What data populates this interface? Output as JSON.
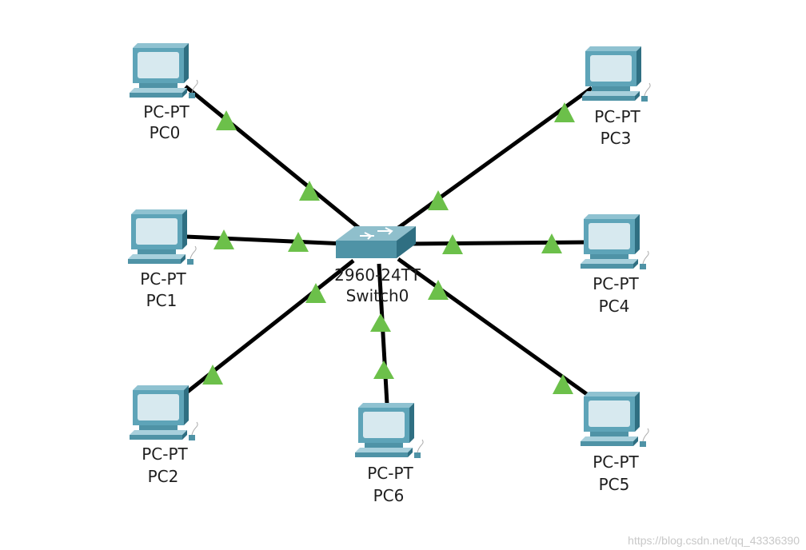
{
  "switch": {
    "model": "2960-24TT",
    "name": "Switch0"
  },
  "pcs": [
    {
      "model": "PC-PT",
      "name": "PC0"
    },
    {
      "model": "PC-PT",
      "name": "PC1"
    },
    {
      "model": "PC-PT",
      "name": "PC2"
    },
    {
      "model": "PC-PT",
      "name": "PC3"
    },
    {
      "model": "PC-PT",
      "name": "PC4"
    },
    {
      "model": "PC-PT",
      "name": "PC5"
    },
    {
      "model": "PC-PT",
      "name": "PC6"
    }
  ],
  "links": [
    {
      "from": "PC0",
      "to": "Switch0",
      "status": "up"
    },
    {
      "from": "PC1",
      "to": "Switch0",
      "status": "up"
    },
    {
      "from": "PC2",
      "to": "Switch0",
      "status": "up"
    },
    {
      "from": "PC3",
      "to": "Switch0",
      "status": "up"
    },
    {
      "from": "PC4",
      "to": "Switch0",
      "status": "up"
    },
    {
      "from": "PC5",
      "to": "Switch0",
      "status": "up"
    },
    {
      "from": "PC6",
      "to": "Switch0",
      "status": "up"
    }
  ],
  "colors": {
    "link": "#000000",
    "link_up_indicator": "#6cc04a",
    "device": "#4f93a6"
  },
  "watermark": "https://blog.csdn.net/qq_43336390"
}
